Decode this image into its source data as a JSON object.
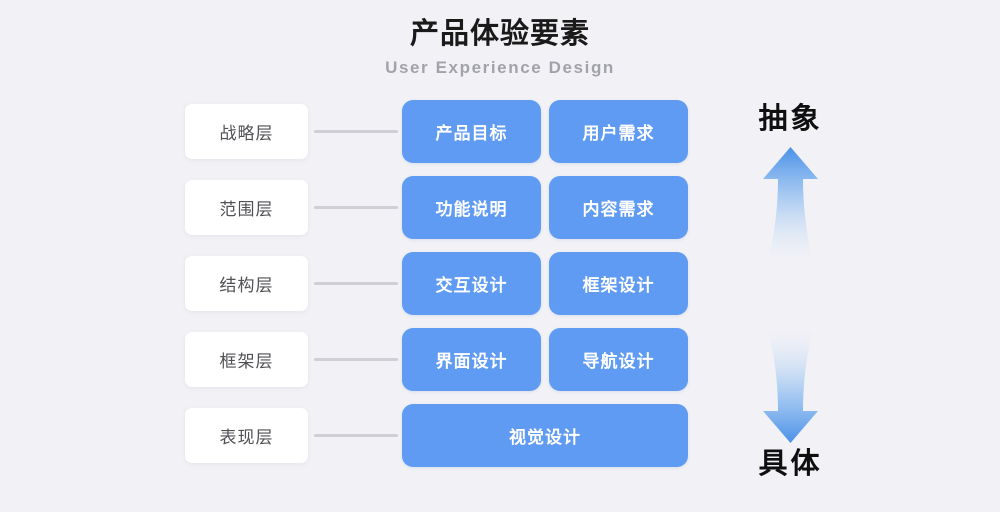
{
  "header": {
    "title": "产品体验要素",
    "subtitle": "User Experience Design"
  },
  "colors": {
    "background": "#f2f2f6",
    "card_blue": "#5f9bf2",
    "arrow_blue": "#4a90e8",
    "connector_gray": "#cfd0d6",
    "label_text": "#505055",
    "subtitle_gray": "#a2a2aa"
  },
  "axis": {
    "top_label": "抽象",
    "bottom_label": "具体",
    "up_arrow_icon": "arrow-up-icon",
    "down_arrow_icon": "arrow-down-icon"
  },
  "layers": [
    {
      "label": "战略层",
      "cards": [
        "产品目标",
        "用户需求"
      ]
    },
    {
      "label": "范围层",
      "cards": [
        "功能说明",
        "内容需求"
      ]
    },
    {
      "label": "结构层",
      "cards": [
        "交互设计",
        "框架设计"
      ]
    },
    {
      "label": "框架层",
      "cards": [
        "界面设计",
        "导航设计"
      ]
    },
    {
      "label": "表现层",
      "cards": [
        "视觉设计"
      ]
    }
  ]
}
